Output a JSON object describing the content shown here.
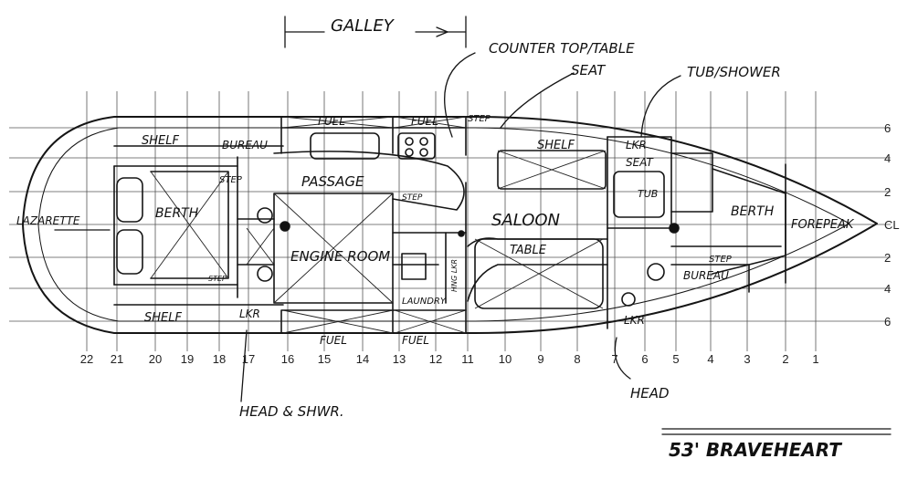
{
  "title": "53' BRAVEHEART",
  "labels": {
    "galley": "GALLEY",
    "counter_top_table": "COUNTER TOP/TABLE",
    "seat_top": "SEAT",
    "tub_shower": "TUB/SHOWER",
    "shelf_upper": "SHELF",
    "bureau_aft": "BUREAU",
    "fuel_1": "FUEL",
    "fuel_2": "FUEL",
    "shelf_saloon": "SHELF",
    "lkr_fwd": "LKR",
    "seat_fwd": "SEAT",
    "tub": "TUB",
    "step_1": "STEP",
    "passage": "PASSAGE",
    "step_2": "STEP",
    "step_3": "STEP",
    "lazarette": "LAZARETTE",
    "berth_aft": "BERTH",
    "engine_room": "ENGINE ROOM",
    "saloon": "SALOON",
    "table": "TABLE",
    "berth_fwd": "BERTH",
    "forepeak": "FOREPEAK",
    "step_4": "STEP",
    "bureau_fwd": "BUREAU",
    "step_5": "STEP",
    "hanging_lkr": "HNG LKR",
    "laundry": "LAUNDRY",
    "shelf_lower": "SHELF",
    "lkr_aft": "LKR",
    "lkr_head": "LKR",
    "fuel_3": "FUEL",
    "fuel_4": "FUEL",
    "head": "HEAD",
    "head_shwr": "HEAD & SHWR."
  },
  "stations": [
    "22",
    "21",
    "20",
    "19",
    "18",
    "17",
    "16",
    "15",
    "14",
    "13",
    "12",
    "11",
    "10",
    "9",
    "8",
    "7",
    "6",
    "5",
    "4",
    "3",
    "2",
    "1"
  ],
  "offsets": [
    "6",
    "4",
    "2",
    "CL",
    "2",
    "4",
    "6"
  ],
  "colors": {
    "ink": "#151515",
    "paper": "#ffffff",
    "grid": "#555555"
  }
}
